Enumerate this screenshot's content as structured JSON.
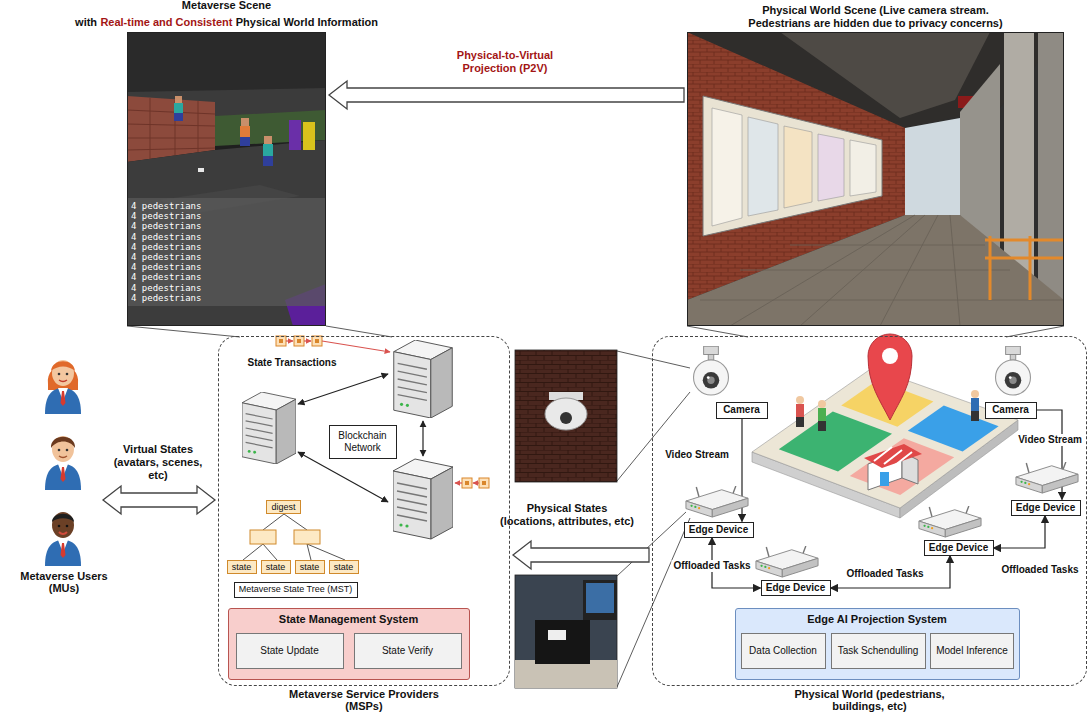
{
  "diagram": {
    "nodes": [
      {
        "text": [
          "Metaverse Scene",
          "with",
          "Real-time and Consistent",
          "Physical World Information"
        ]
      },
      {
        "text": [
          "Physical World Scene (Live camera stream. Pedestrians are hidden due to privacy concerns)"
        ]
      },
      {
        "text": [
          "Metaverse Users (MUs)"
        ]
      },
      {
        "text": [
          "Metaverse Service Providers (MSPs)"
        ]
      },
      {
        "text": [
          "Blockchain Network"
        ],
        "in": 3
      },
      {
        "text": [
          "digest"
        ],
        "in": 3
      },
      {
        "text": [
          "state"
        ],
        "in": 3
      },
      {
        "text": [
          "state"
        ],
        "in": 3
      },
      {
        "text": [
          "state"
        ],
        "in": 3
      },
      {
        "text": [
          "state"
        ],
        "in": 3
      },
      {
        "text": [
          "Metaverse State Tree (MST)"
        ],
        "in": 3
      },
      {
        "text": [
          "State Management System"
        ],
        "in": 3
      },
      {
        "text": [
          "State Update"
        ],
        "in": 11
      },
      {
        "text": [
          "State Verify"
        ],
        "in": 11
      },
      {
        "text": [
          "Physical World (pedestrians, buildings, etc)"
        ]
      },
      {
        "text": [
          "Camera"
        ],
        "in": 14
      },
      {
        "text": [
          "Camera"
        ],
        "in": 14
      },
      {
        "text": [
          "Edge Device"
        ],
        "in": 14
      },
      {
        "text": [
          "Edge Device"
        ],
        "in": 14
      },
      {
        "text": [
          "Edge Device"
        ],
        "in": 14
      },
      {
        "text": [
          "Edge Device"
        ],
        "in": 14
      },
      {
        "text": [
          "Edge AI Projection System"
        ],
        "in": 14
      },
      {
        "text": [
          "Data Collection"
        ],
        "in": 21
      },
      {
        "text": [
          "Task Schendulling"
        ],
        "in": 21
      },
      {
        "text": [
          "Model Inference"
        ],
        "in": 21
      }
    ],
    "edges": [
      {
        "from": 1,
        "to": 0,
        "arrow": "to",
        "label": "Physical-to-Virtual Projection (P2V)"
      },
      {
        "from": 2,
        "to": 3,
        "arrow": "both",
        "label": "Virtual States (avatars, scenes, etc)"
      },
      {
        "from": 14,
        "to": 3,
        "arrow": "to",
        "label": "Physical States (locations, attributes, etc)"
      },
      {
        "from": 15,
        "to": 17,
        "arrow": "to",
        "label": "Video Stream"
      },
      {
        "from": 16,
        "to": 20,
        "arrow": "to",
        "label": "Video Stream"
      },
      {
        "from": 17,
        "to": 18,
        "arrow": "both",
        "label": "Offloaded Tasks"
      },
      {
        "from": 18,
        "to": 19,
        "arrow": "both",
        "label": "Offloaded Tasks"
      },
      {
        "from": 19,
        "to": 20,
        "arrow": "both",
        "label": "Offloaded Tasks"
      }
    ],
    "labels": [
      "4 pedestrians",
      "4 pedestrians",
      "4 pedestrians",
      "4 pedestrians",
      "4 pedestrians",
      "4 pedestrians",
      "4 pedestrians",
      "4 pedestrians",
      "4 pedestrians",
      "4 pedestrians",
      "State Transactions"
    ]
  }
}
